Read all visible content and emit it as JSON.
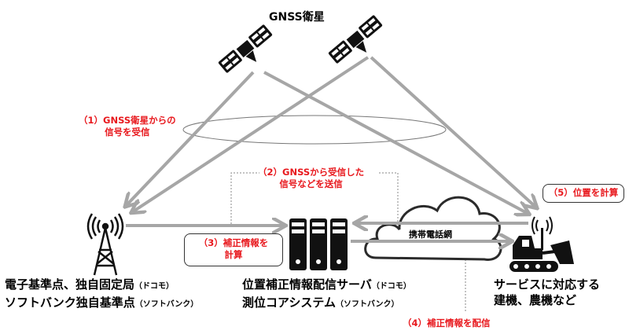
{
  "title": "GNSS衛星",
  "steps": {
    "s1": {
      "line1": "（1）GNSS衛星からの",
      "line2": "信号を受信"
    },
    "s2": {
      "line1": "（2）GNSSから受信した",
      "line2": "信号などを送信"
    },
    "s3": {
      "line1": "（3）補正情報を",
      "line2": "計算"
    },
    "s4": {
      "line1": "（4）補正情報を配信"
    },
    "s5": {
      "line1": "（5）位置を計算"
    }
  },
  "nodes": {
    "base_station": {
      "line1": "電子基準点、独自固定局",
      "line1_note": "（ドコモ）",
      "line2": "ソフトバンク独自基準点",
      "line2_note": "（ソフトバンク）"
    },
    "server": {
      "line1": "位置補正情報配信サーバ",
      "line1_note": "（ドコモ）",
      "line2": "測位コアシステム",
      "line2_note": "（ソフトバンク）"
    },
    "network": {
      "label": "携帯電話網"
    },
    "device": {
      "line1": "サービスに対応する",
      "line2": "建機、農機など"
    }
  },
  "colors": {
    "accent_red": "#e8191e",
    "arrow_gray": "#a6a6a6",
    "icon_black": "#111111"
  }
}
